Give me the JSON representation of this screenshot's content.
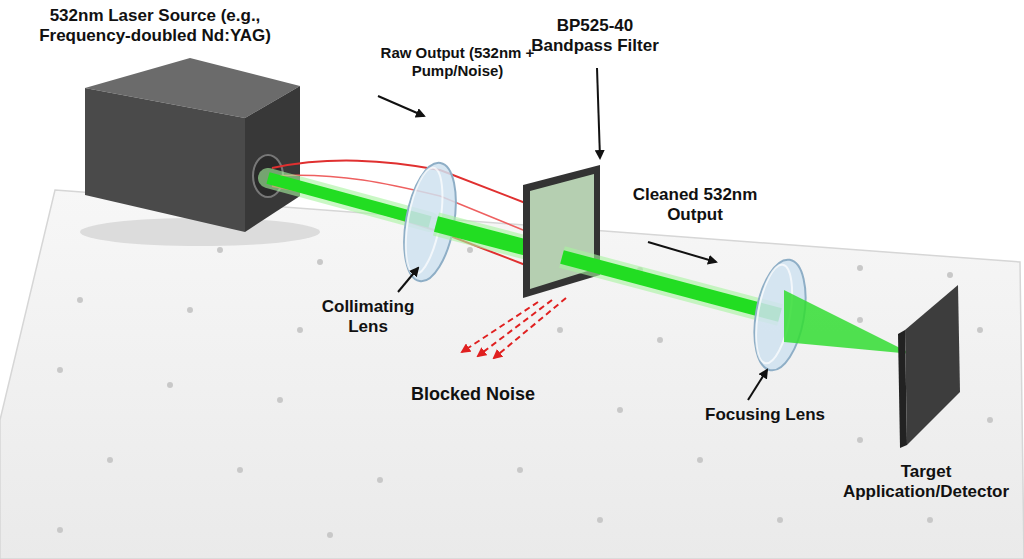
{
  "diagram": {
    "labels": [
      "532nm Laser Source (e.g., Frequency-doubled Nd:YAG)",
      "Raw Output (532nm + Pump/Noise)",
      "BP525-40 Bandpass Filter",
      "Cleaned 532nm Output",
      "Collimating Lens",
      "Blocked Noise",
      "Focusing Lens",
      "Target Application/Detector"
    ]
  }
}
